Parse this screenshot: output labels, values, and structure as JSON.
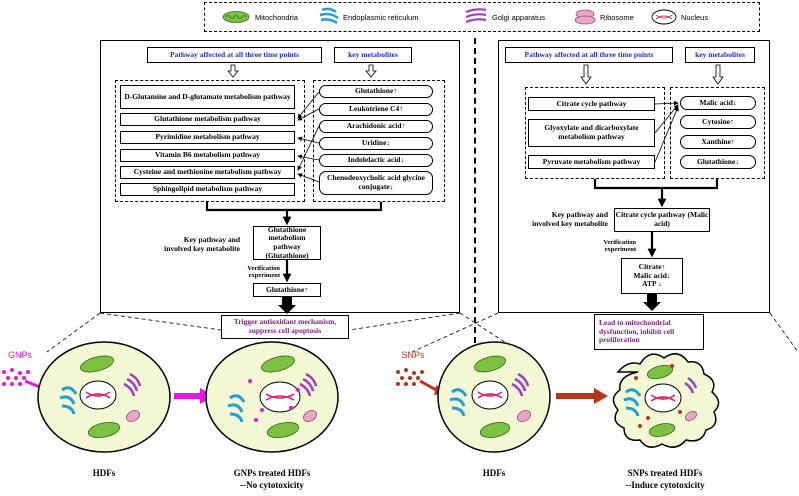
{
  "legend": {
    "mitochondria": "Mitochondria",
    "er": "Endoplasmic reticulum",
    "golgi": "Golgi apparatus",
    "ribosome": "Ribosome",
    "nucleus": "Nucleus"
  },
  "left": {
    "pathway_header": "Pathway affected at all three time points",
    "metabolites_header": "key metabolites",
    "pathways": [
      "D-Glutamine and D-glutamate metabolism pathway",
      "Glutathione metabolism pathway",
      "Pyrimidine metabolism pathway",
      "Vitamin B6 metabolism pathway",
      "Cysteine and methionine metabolism pathway",
      "Sphingolipid metabolism pathway"
    ],
    "metabolites": [
      "Glutathione↑",
      "Leukotriene C4↑",
      "Arachidonic acid↑",
      "Uridine↓",
      "Indolelactic acid↓",
      "Chenodeoxycholic acid glycine conjugate↓"
    ],
    "key_label": "Key pathway and involved key metabolite",
    "key_pathway": "Glutathione metabolism pathway (Glutathione)",
    "verification_label": "Verification experiment",
    "verification_result": "Glutathione↑",
    "outcome": "Trigger antioxidant mechanism, suppress cell apoptosis"
  },
  "right": {
    "pathway_header": "Pathway affected at all three time points",
    "metabolites_header": "key metabolites",
    "pathways": [
      "Citrate cycle pathway",
      "Glyoxylate and dicarboxylate metabolism pathway",
      "Pyruvate metabolism pathway"
    ],
    "metabolites": [
      "Malic acid↓",
      "Cytosine↑",
      "Xanthine↑",
      "Glutathione↓"
    ],
    "key_label": "Key pathway and involved key metabolite",
    "key_pathway": "Citrate cycle pathway (Malic acid)",
    "verification_label": "Verification experiment",
    "verification_results": [
      "Citrate↑",
      "Malic acid↓",
      "ATP ↓"
    ],
    "outcome": "Lead to mitochondrial dysfunction, inhibit cell proliferation"
  },
  "bottom": {
    "gnps": "GNPs",
    "snps": "SNPs",
    "hdfs_left": "HDFs",
    "gnps_treated": "GNPs treated HDFs",
    "gnps_effect": "--No cytotoxicity",
    "hdfs_right": "HDFs",
    "snps_treated": "SNPs treated HDFs",
    "snps_effect": "--Induce cytotoxicity"
  },
  "colors": {
    "gnp": "#e815e8",
    "snp": "#b5361a",
    "mito": "#7cc242",
    "er": "#1e9fd6",
    "golgi": "#9b3fc8",
    "ribosome": "#e9a6c9",
    "cell_fill": "#f4f7d4"
  }
}
